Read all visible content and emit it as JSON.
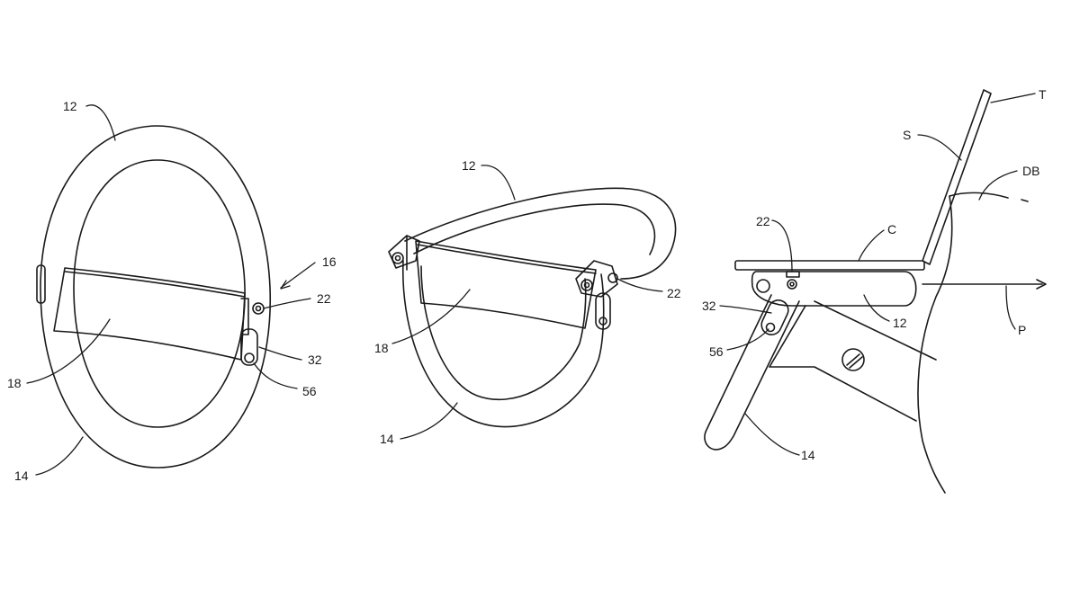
{
  "figure": {
    "background": "#ffffff",
    "ink": "#1a1a1a",
    "views": [
      {
        "id": "front",
        "labels": {
          "frame_top": "12",
          "frame_bottom": "14",
          "assembly": "16",
          "pivot": "22",
          "slot": "32",
          "pin": "56",
          "panel": "18"
        }
      },
      {
        "id": "perspective",
        "labels": {
          "frame_top": "12",
          "panel": "18",
          "pivot": "22",
          "frame_bottom": "14"
        }
      },
      {
        "id": "side",
        "labels": {
          "pivot": "22",
          "cushion": "C",
          "back": "DB",
          "seat": "S",
          "tray": "T",
          "frame_top": "12",
          "slot": "32",
          "pin": "56",
          "frame_bottom": "14",
          "direction": "P"
        }
      }
    ]
  }
}
